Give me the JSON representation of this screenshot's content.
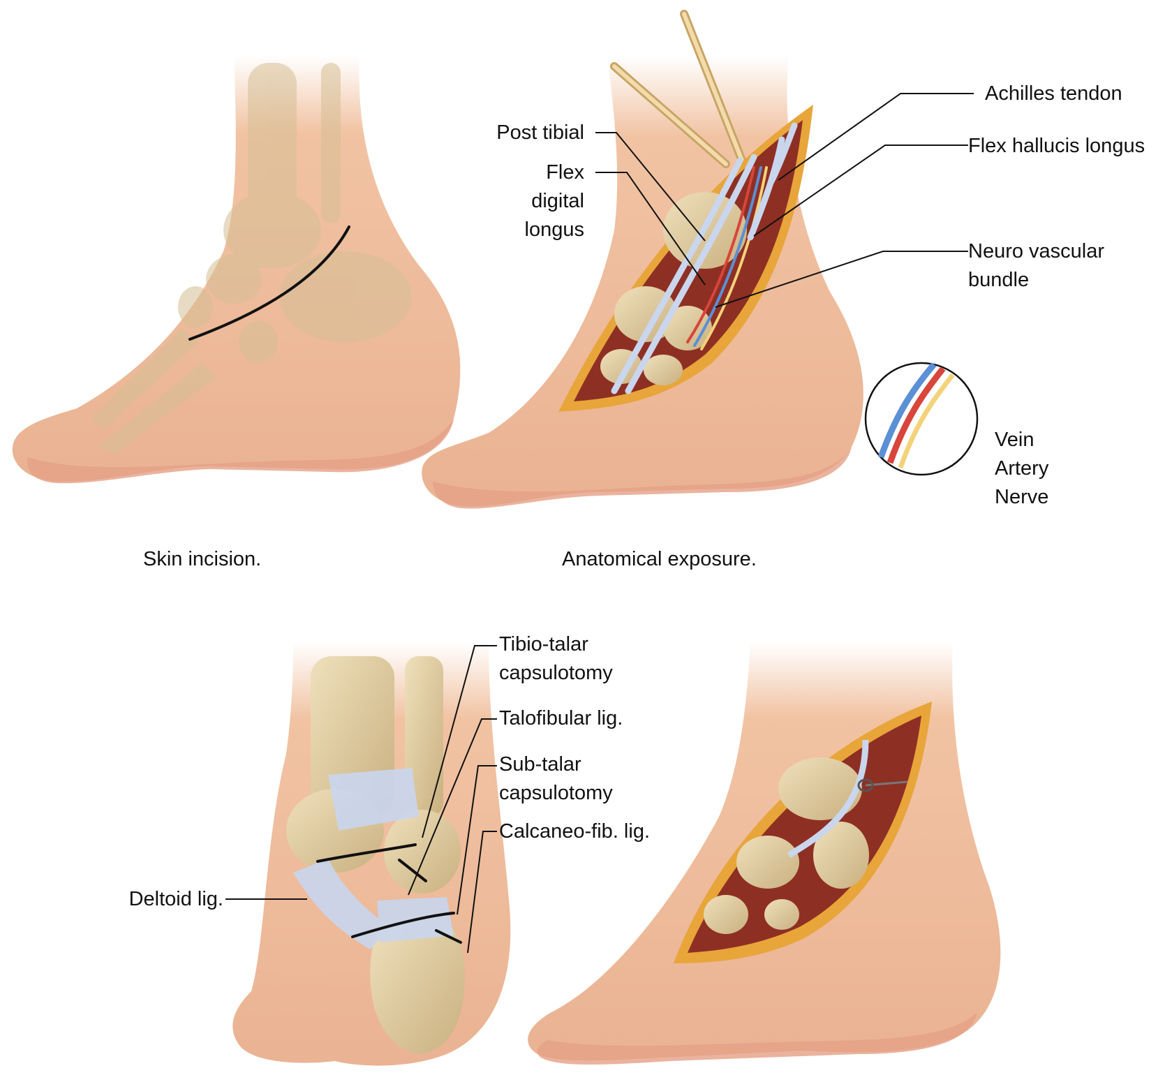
{
  "panels": {
    "skin_incision": {
      "caption": "Skin incision."
    },
    "anatomical_exposure": {
      "caption": "Anatomical exposure.",
      "labels": {
        "post_tibial": "Post tibial",
        "flex_digital_longus": [
          "Flex",
          "digital",
          "longus"
        ],
        "achilles_tendon": "Achilles tendon",
        "flex_hallucis_longus": "Flex hallucis longus",
        "neuro_vascular_bundle": [
          "Neuro vascular",
          "bundle"
        ]
      },
      "inset": {
        "items": [
          "Vein",
          "Artery",
          "Nerve"
        ],
        "colors": {
          "vein": "#5b8fd6",
          "artery": "#d8453a",
          "nerve": "#f3d27a"
        }
      }
    },
    "posterior_view": {
      "labels": {
        "tibio_talar_capsulotomy": [
          "Tibio-talar",
          "capsulotomy"
        ],
        "talofibular_lig": "Talofibular lig.",
        "sub_talar_capsulotomy": [
          "Sub-talar",
          "capsulotomy"
        ],
        "calcaneo_fib_lig": "Calcaneo-fib. lig.",
        "deltoid_lig": "Deltoid lig."
      }
    }
  },
  "colors": {
    "skin": "#f1c3a3",
    "skin_shadow": "#e6a88a",
    "bone": "#dcc9a0",
    "bone_shadow": "#bfa67a",
    "fat": "#e8a53a",
    "muscle": "#8e2f24",
    "ligament": "#c9d6ee",
    "line": "#111111"
  }
}
